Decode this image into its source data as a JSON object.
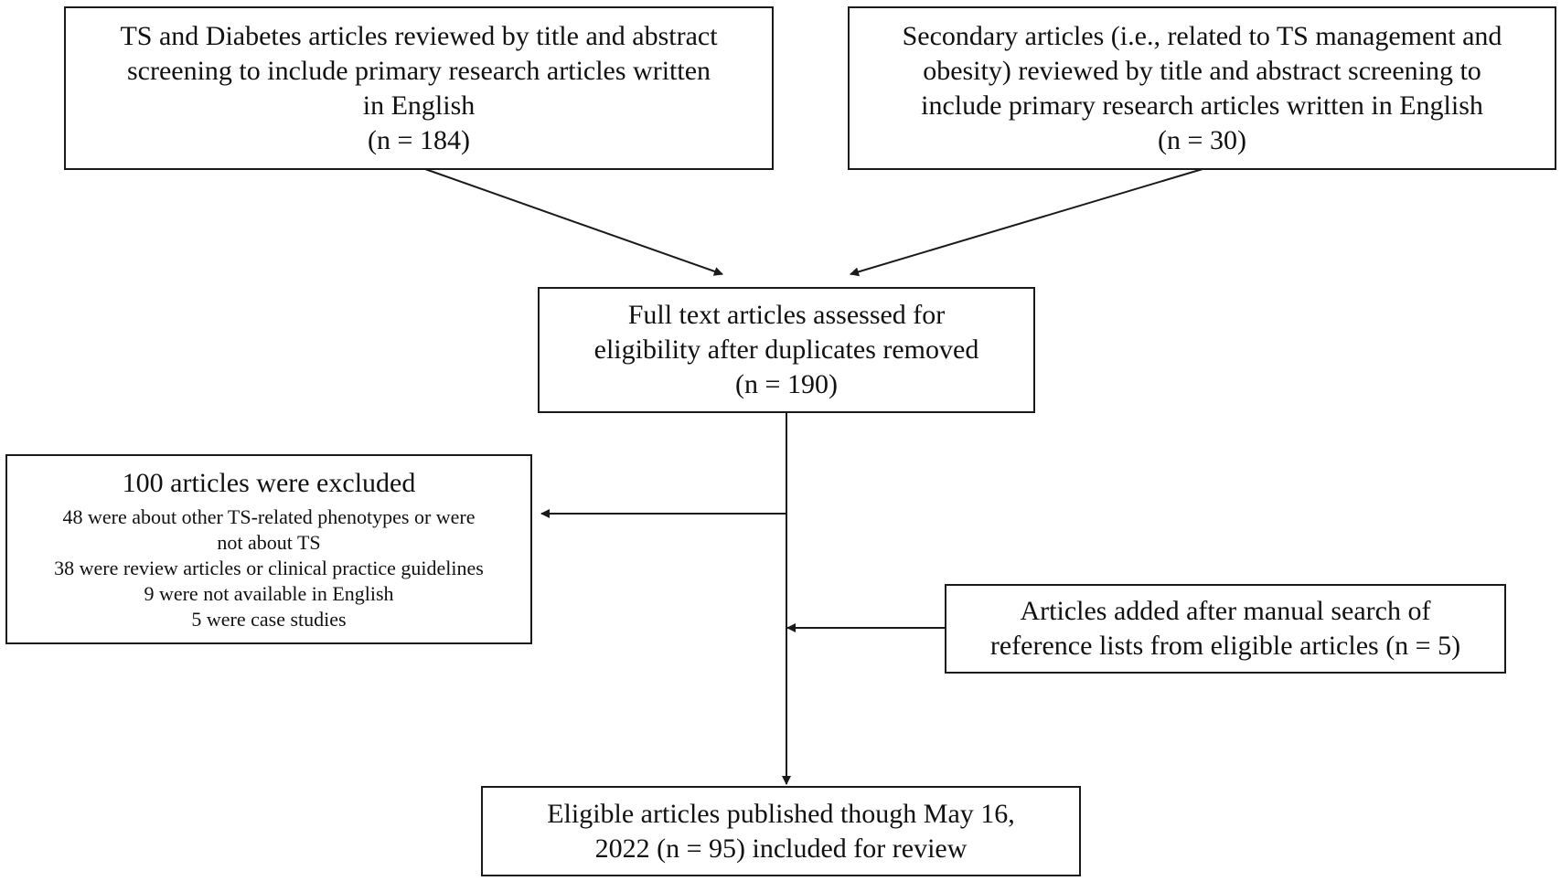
{
  "boxes": {
    "ts_diabetes": {
      "lines": [
        "TS and Diabetes articles reviewed by title and abstract",
        "screening to include primary research articles written",
        "in English",
        "(n = 184)"
      ]
    },
    "secondary": {
      "lines": [
        "Secondary articles (i.e., related to TS management and",
        "obesity) reviewed by title and abstract screening to",
        "include primary research articles written in English",
        "(n = 30)"
      ]
    },
    "full_text": {
      "lines": [
        "Full text articles assessed for",
        "eligibility after duplicates removed",
        "(n = 190)"
      ]
    },
    "excluded": {
      "heading": "100 articles were excluded",
      "lines": [
        "48 were about other TS-related phenotypes or were",
        "not about TS",
        "38 were review articles or clinical practice guidelines",
        "9 were not available in English",
        "5 were case studies"
      ]
    },
    "added": {
      "lines": [
        "Articles added after manual search of",
        "reference lists from eligible articles (n = 5)"
      ]
    },
    "eligible": {
      "lines": [
        "Eligible articles published though May 16,",
        "2022 (n = 95) included for review"
      ]
    }
  }
}
